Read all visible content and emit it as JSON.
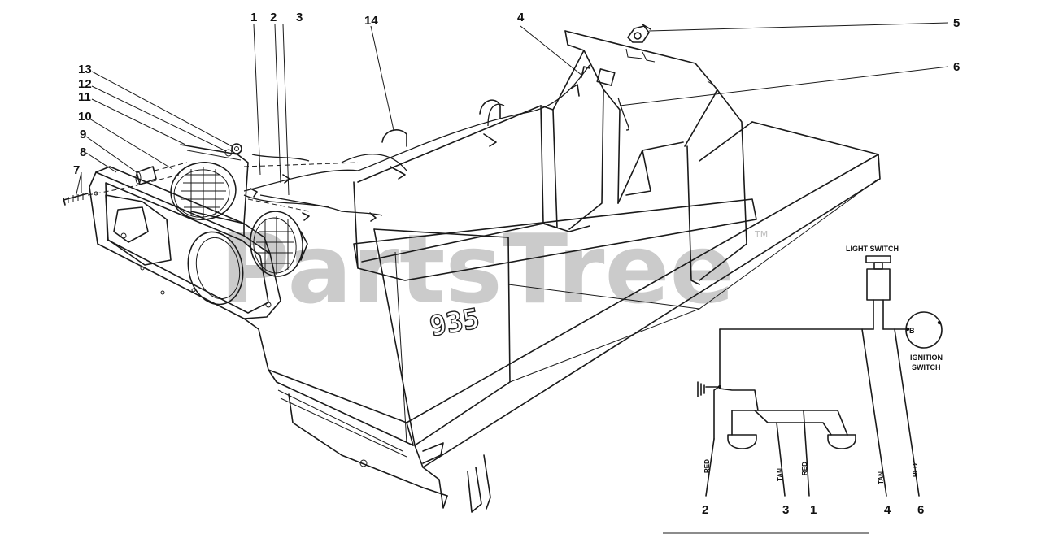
{
  "callouts": [
    {
      "id": "1",
      "label": "1"
    },
    {
      "id": "2",
      "label": "2"
    },
    {
      "id": "3",
      "label": "3"
    },
    {
      "id": "4",
      "label": "4"
    },
    {
      "id": "5",
      "label": "5"
    },
    {
      "id": "6",
      "label": "6"
    },
    {
      "id": "7",
      "label": "7"
    },
    {
      "id": "8",
      "label": "8"
    },
    {
      "id": "9",
      "label": "9"
    },
    {
      "id": "10",
      "label": "10"
    },
    {
      "id": "11",
      "label": "11"
    },
    {
      "id": "12",
      "label": "12"
    },
    {
      "id": "13",
      "label": "13"
    },
    {
      "id": "14",
      "label": "14"
    }
  ],
  "model_number": "935",
  "watermark": "PartsTree",
  "trademark": "TM",
  "schematic": {
    "light_switch": "LIGHT SWITCH",
    "ignition_switch_line1": "IGNITION",
    "ignition_switch_line2": "SWITCH",
    "terminal_b": "B",
    "wires": [
      {
        "ref": "2",
        "color": "RED"
      },
      {
        "ref": "3",
        "color": "TAN"
      },
      {
        "ref": "1",
        "color": "RED"
      },
      {
        "ref": "4",
        "color": "TAN"
      },
      {
        "ref": "6",
        "color": "RED"
      }
    ]
  }
}
